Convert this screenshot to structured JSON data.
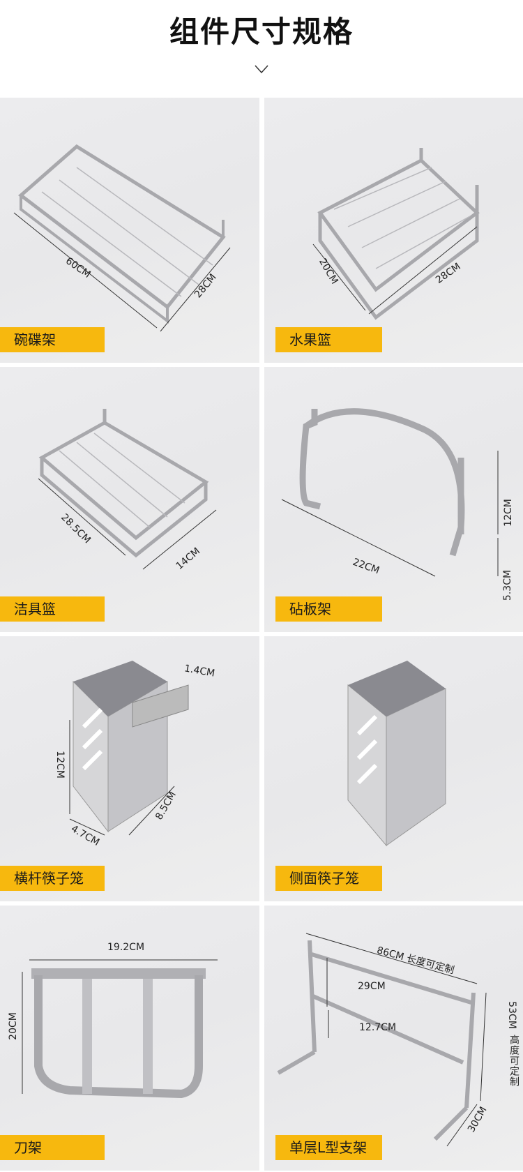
{
  "header": {
    "title": "组件尺寸规格",
    "chevron_icon": "chevron-down-icon"
  },
  "colors": {
    "label_bg": "#f7b80e",
    "cell_bg": "#eaeaec",
    "metal": "#a8a8ac"
  },
  "items": [
    {
      "name": "碗碟架",
      "dims": [
        "60CM",
        "28CM"
      ]
    },
    {
      "name": "水果篮",
      "dims": [
        "20CM",
        "28CM"
      ]
    },
    {
      "name": "洁具篮",
      "dims": [
        "28.5CM",
        "14CM"
      ]
    },
    {
      "name": "砧板架",
      "dims": [
        "22CM",
        "12CM",
        "5.3CM"
      ]
    },
    {
      "name": "横杆筷子笼",
      "dims": [
        "1.4CM",
        "12CM",
        "8.5CM",
        "4.7CM"
      ]
    },
    {
      "name": "侧面筷子笼",
      "dims": []
    },
    {
      "name": "刀架",
      "dims": [
        "19.2CM",
        "20CM"
      ]
    },
    {
      "name": "单层L型支架",
      "dims": [
        "86CM 长度可定制",
        "29CM",
        "12.7CM",
        "53CM",
        "高度可定制",
        "30CM"
      ]
    }
  ]
}
